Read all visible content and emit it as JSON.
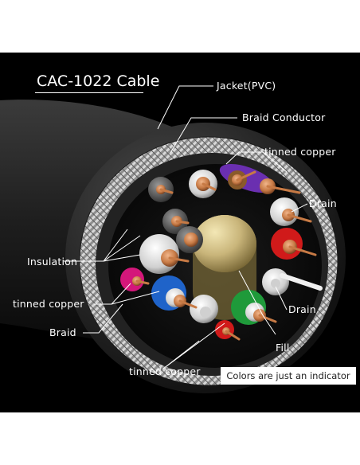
{
  "title": "CAC-1022 Cable",
  "labels": {
    "jacket": "Jacket(PVC)",
    "braid_conductor": "Braid Conductor",
    "tinned_copper_top": "tinned copper",
    "drain_right_top": "Drain",
    "insulation": "Insulation",
    "tinned_copper_left": "tinned copper",
    "drain_right_bottom": "Drain",
    "braid": "Braid",
    "fill": "Fill",
    "tinned_copper_bottom": "tinned copper"
  },
  "note": "Colors are just an indicator",
  "colors": {
    "background": "#000000",
    "jacket": "#2b2b2b",
    "braid": "#bfbfbf",
    "fill": "#c9b57a",
    "pair_purple": "#6a2fb0",
    "pair_brown": "#9a5a2a",
    "pair_red": "#d01a1a",
    "pair_pink": "#d4177a",
    "pair_blue": "#1f63c9",
    "pair_green": "#1f9a3a",
    "pair_white": "#e6e6e6",
    "copper": "#c77a45"
  }
}
